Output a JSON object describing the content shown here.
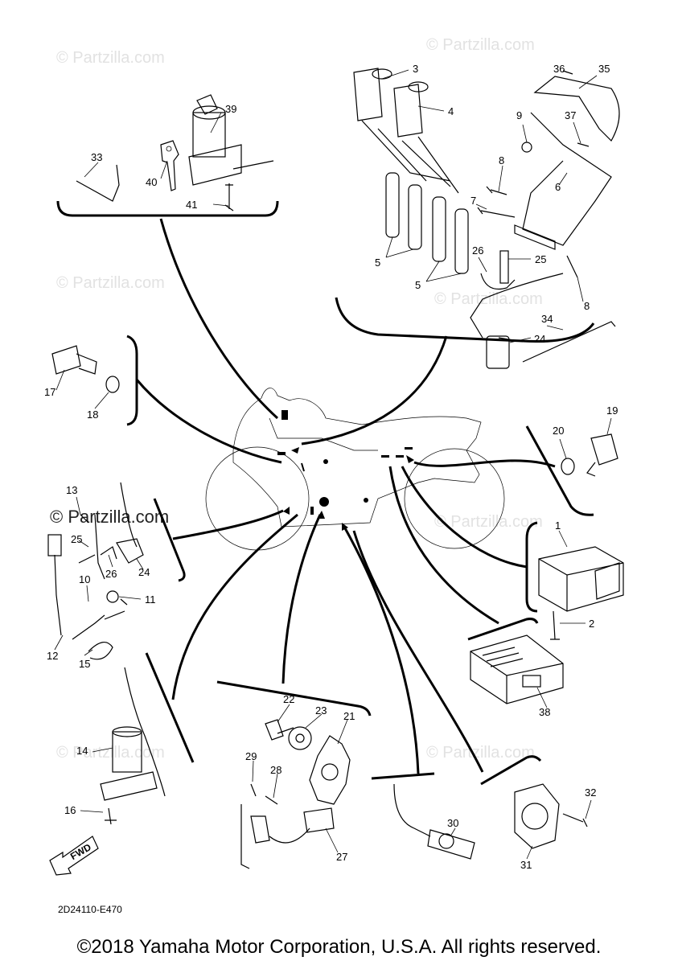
{
  "watermark_text": "© Partzilla.com",
  "diagram_code": "2D24110-E470",
  "fwd_label": "FWD",
  "copyright": "©2018 Yamaha Motor Corporation, U.S.A. All rights reserved.",
  "callouts": [
    {
      "id": "c1",
      "text": "1"
    },
    {
      "id": "c2",
      "text": "2"
    },
    {
      "id": "c3",
      "text": "3"
    },
    {
      "id": "c4",
      "text": "4"
    },
    {
      "id": "c5a",
      "text": "5"
    },
    {
      "id": "c5b",
      "text": "5"
    },
    {
      "id": "c6",
      "text": "6"
    },
    {
      "id": "c7",
      "text": "7"
    },
    {
      "id": "c8a",
      "text": "8"
    },
    {
      "id": "c8b",
      "text": "8"
    },
    {
      "id": "c9",
      "text": "9"
    },
    {
      "id": "c10",
      "text": "10"
    },
    {
      "id": "c11",
      "text": "11"
    },
    {
      "id": "c12",
      "text": "12"
    },
    {
      "id": "c13",
      "text": "13"
    },
    {
      "id": "c14",
      "text": "14"
    },
    {
      "id": "c15",
      "text": "15"
    },
    {
      "id": "c16",
      "text": "16"
    },
    {
      "id": "c17",
      "text": "17"
    },
    {
      "id": "c18",
      "text": "18"
    },
    {
      "id": "c19",
      "text": "19"
    },
    {
      "id": "c20",
      "text": "20"
    },
    {
      "id": "c21",
      "text": "21"
    },
    {
      "id": "c22",
      "text": "22"
    },
    {
      "id": "c23",
      "text": "23"
    },
    {
      "id": "c24a",
      "text": "24"
    },
    {
      "id": "c24b",
      "text": "24"
    },
    {
      "id": "c25a",
      "text": "25"
    },
    {
      "id": "c25b",
      "text": "25"
    },
    {
      "id": "c26a",
      "text": "26"
    },
    {
      "id": "c26b",
      "text": "26"
    },
    {
      "id": "c27",
      "text": "27"
    },
    {
      "id": "c28",
      "text": "28"
    },
    {
      "id": "c29",
      "text": "29"
    },
    {
      "id": "c30",
      "text": "30"
    },
    {
      "id": "c31",
      "text": "31"
    },
    {
      "id": "c32",
      "text": "32"
    },
    {
      "id": "c33",
      "text": "33"
    },
    {
      "id": "c34",
      "text": "34"
    },
    {
      "id": "c35",
      "text": "35"
    },
    {
      "id": "c36",
      "text": "36"
    },
    {
      "id": "c37",
      "text": "37"
    },
    {
      "id": "c38",
      "text": "38"
    },
    {
      "id": "c39",
      "text": "39"
    },
    {
      "id": "c40",
      "text": "40"
    },
    {
      "id": "c41",
      "text": "41"
    }
  ]
}
